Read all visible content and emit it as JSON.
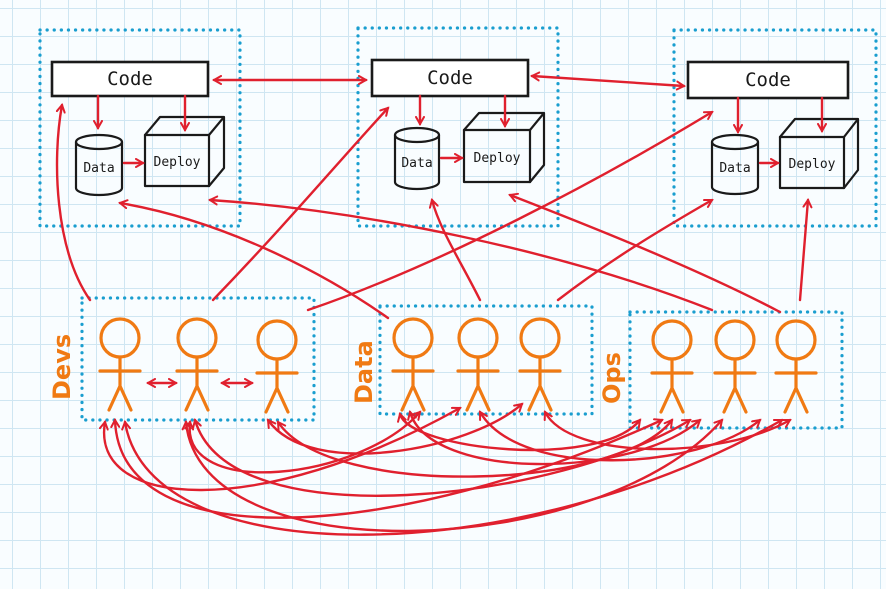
{
  "colors": {
    "ink": "#1a1a1a",
    "arrow": "#e0202e",
    "dotted": "#1a9ecf",
    "person": "#f07a13",
    "teamLabel": "#f07a13"
  },
  "systems": [
    {
      "code_label": "Code",
      "data_label": "Data",
      "deploy_label": "Deploy"
    },
    {
      "code_label": "Code",
      "data_label": "Data",
      "deploy_label": "Deploy"
    },
    {
      "code_label": "Code",
      "data_label": "Data",
      "deploy_label": "Deploy"
    }
  ],
  "teams": [
    {
      "label": "Devs",
      "members": 3
    },
    {
      "label": "Data",
      "members": 3
    },
    {
      "label": "Ops",
      "members": 3
    }
  ]
}
